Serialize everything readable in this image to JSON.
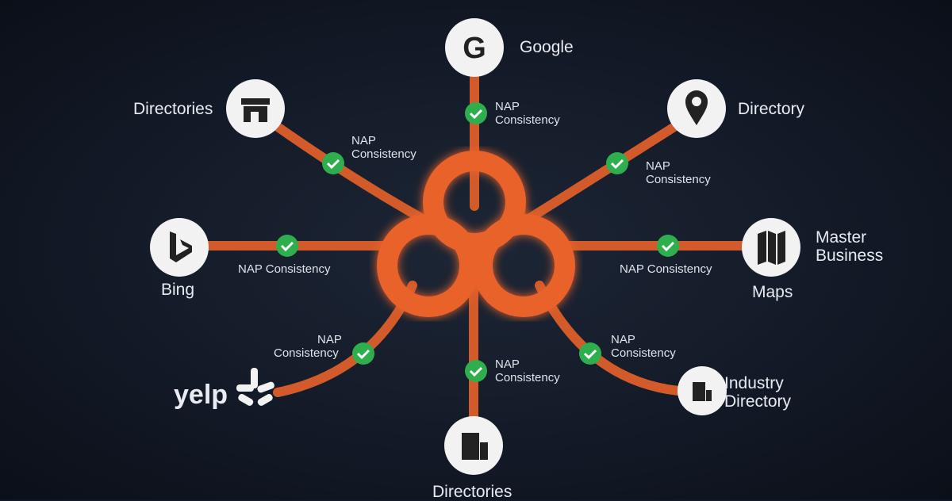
{
  "colors": {
    "accent": "#e8622a",
    "check": "#2fae4e",
    "node": "#f2f2f2",
    "background": "#131a27"
  },
  "center": {
    "icon": "trefoil-knot-icon"
  },
  "nodes": {
    "google": {
      "label": "Google",
      "icon": "google-icon"
    },
    "directories_top": {
      "label": "Directories",
      "icon": "storefront-icon"
    },
    "directory": {
      "label": "Directory",
      "icon": "map-pin-icon"
    },
    "bing": {
      "label": "Bing",
      "icon": "bing-icon"
    },
    "maps": {
      "label_line1": "Master",
      "label_line2": "Business",
      "label_line3": "Maps",
      "icon": "folded-map-icon"
    },
    "yelp": {
      "label": "yelp",
      "icon": "yelp-burst-icon"
    },
    "directories_bottom": {
      "label": "Directories",
      "icon": "building-icon"
    },
    "industry": {
      "label_line1": "Industry",
      "label_line2": "Directory",
      "icon": "building-icon"
    }
  },
  "nap": {
    "line1": "NAP",
    "line2": "Consistency",
    "single": "NAP Consistency"
  }
}
